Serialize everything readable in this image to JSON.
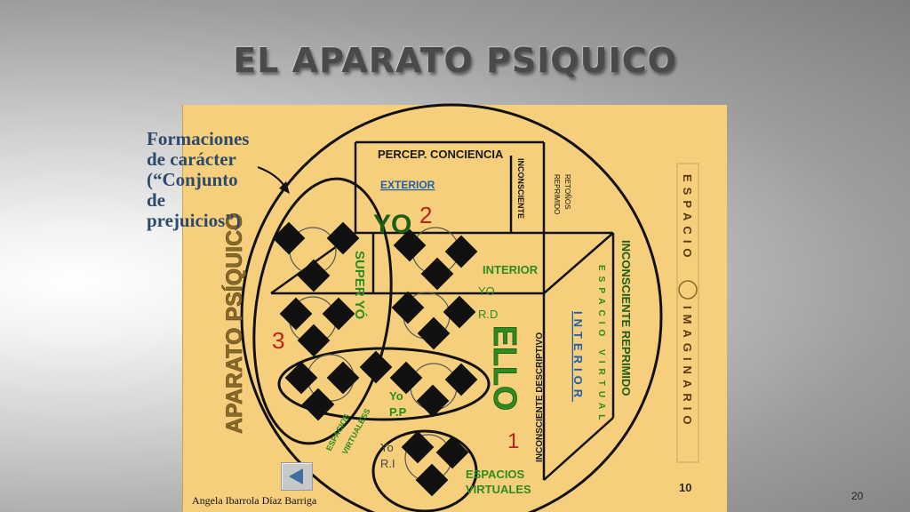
{
  "slide": {
    "title": "EL APARATO PSIQUICO",
    "author": "Angela Ibarrola Díaz Barriga",
    "page_number": "20"
  },
  "caption": {
    "lines": [
      "Formaciones",
      "de carácter",
      "(“Conjunto",
      "de",
      "prejuicios”)"
    ]
  },
  "diagram": {
    "vertical_title": "APARATO PSÍQUICO",
    "percep_conciencia": "PERCEP.  CONCIENCIA",
    "exterior": "EXTERIOR",
    "inconsciente_label": "INCONSCIENTE",
    "retonos_reprimido": [
      "RETOÑOS",
      "REPRIMIDO"
    ],
    "yo": "YO",
    "number_2": "2",
    "super_yo": "SUPER YÓ",
    "interior": "INTERIOR",
    "yo_rd": [
      "YO",
      "R.D"
    ],
    "ello": "ELLO",
    "number_3": "3",
    "yo_pp": [
      "Yo",
      "P.P"
    ],
    "espacios_virtualess": [
      "ESPACIOS",
      "VIRTUALESS"
    ],
    "yo_ri": [
      "Yo",
      "R.I"
    ],
    "espacios_virtuales": [
      "ESPACIOS",
      "VIRTUALES"
    ],
    "number_1": "1",
    "inconsciente_descriptivo": "INCONSCIENTE DESCRIPTIVO",
    "interior_vertical": "INTERIOR",
    "espacio_virtual": "ESPACIO VIRTUAL",
    "inconsciente_reprimido": "INCONSCIENTE REPRIMIDO",
    "espacio_imaginario_top": "ESPACIO",
    "espacio_imaginario_bottom": "IMAGINARIO",
    "page_ref": "10"
  },
  "colors": {
    "panel": "#f6cf7d",
    "green_text": "#2e8b1e",
    "dark_green": "#1f5e12",
    "red_number": "#c0201a",
    "caption_blue": "#2d4a6b"
  }
}
